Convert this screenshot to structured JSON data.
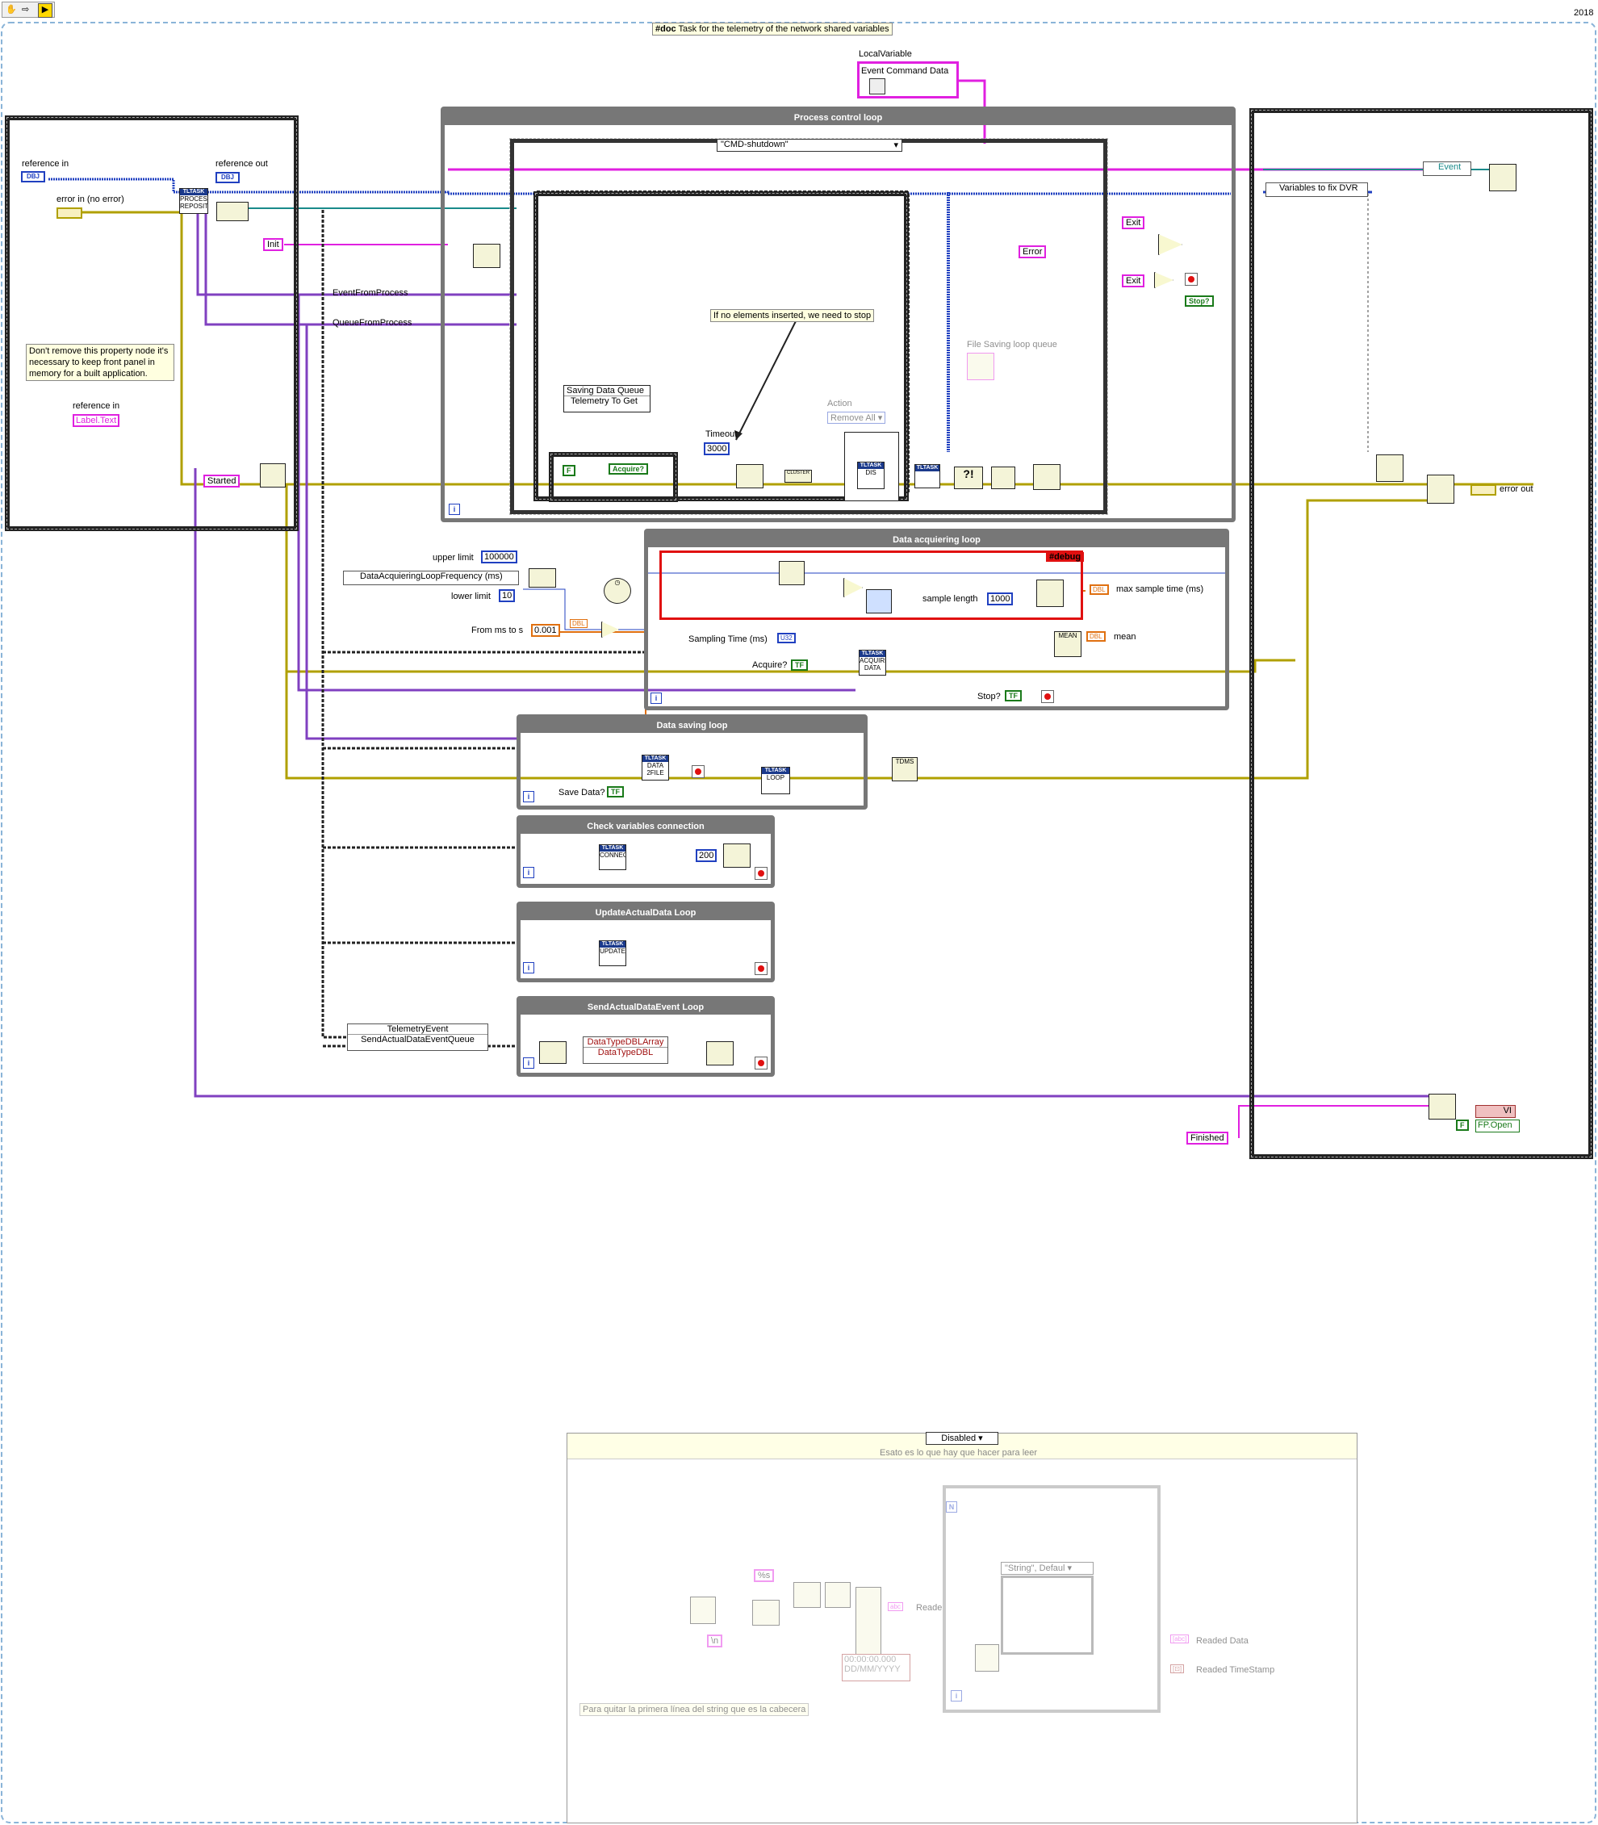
{
  "toolbar": {
    "year": "2018"
  },
  "doc_comment": {
    "tag": "#doc",
    "text": "Task for the telemetry of the network shared variables"
  },
  "local_variable": {
    "caption": "LocalVariable",
    "name": "Event Command Data"
  },
  "left_frame": {
    "reference_in": "reference in",
    "reference_out": "reference out",
    "error_in": "error in (no error)",
    "init": "Init",
    "started": "Started",
    "comment": "Don't remove this property node it's necessary to keep front panel in memory for a built application.",
    "reference_in_2": "reference in",
    "label_text": "Label.Text"
  },
  "wire_labels": {
    "event_from_process": "EventFromProcess",
    "queue_from_process": "QueueFromProcess"
  },
  "process_loop": {
    "title": "Process control loop",
    "case_selector": "\"CMD-shutdown\"",
    "note": "If no elements inserted, we need to stop",
    "saving_data_queue": "Saving Data Queue",
    "telemetry_to_get": "Telemetry To Get",
    "timeout_label": "Timeout",
    "timeout_value": "3000",
    "action_label": "Action",
    "action_value": "Remove All",
    "file_saving_queue": "File Saving loop queue",
    "acquire": "Acquire?",
    "false_const": "F",
    "error": "Error",
    "exit1": "Exit",
    "exit2": "Exit",
    "stop": "Stop?",
    "iteration": "i"
  },
  "acq_loop": {
    "title": "Data acquiering loop",
    "debug": "#debug",
    "upper_limit": "upper limit",
    "upper_value": "100000",
    "lower_limit": "lower limit",
    "lower_value": "10",
    "frequency": "DataAcquieringLoopFrequency (ms)",
    "from_ms": "From ms to s",
    "from_ms_value": "0.001",
    "dbl": "DBL",
    "sampling_time": "Sampling Time (ms)",
    "u32": "U32",
    "acquire": "Acquire?",
    "sample_length": "sample length",
    "sample_value": "1000",
    "max_sample": "max sample time (ms)",
    "mean": "mean",
    "stop": "Stop?",
    "tf": "TF"
  },
  "saving_loop": {
    "title": "Data saving loop",
    "save_data": "Save Data?",
    "tdms": "TDMS"
  },
  "check_loop": {
    "title": "Check variables connection",
    "value": "200"
  },
  "update_loop": {
    "title": "UpdateActualData Loop"
  },
  "send_loop": {
    "title": "SendActualDataEvent Loop",
    "telemetry_event": "TelemetryEvent",
    "send_queue": "SendActualDataEventQueue",
    "dbl_array": "DataTypeDBLArray",
    "dbl": "DataTypeDBL"
  },
  "right_frame": {
    "event": "Event",
    "variables_dvr": "Variables to fix DVR",
    "error_out": "error out",
    "finished": "Finished",
    "vi": "VI",
    "fp_open": "FP.Open"
  },
  "disabled_struct": {
    "selector": "Disabled",
    "title": "Esato es lo que hay que hacer para leer",
    "string_case": "\"String\", Defaul",
    "reader": "Reader",
    "newline": "\\n",
    "date_value": "00:00:00.000",
    "date_format": "DD/MM/YYYY",
    "readed_data": "Readed Data",
    "readed_timestamp": "Readed TimeStamp",
    "comment": "Para quitar la primera línea del string que es la cabecera"
  },
  "colors": {
    "ref_wire": "#2040c0",
    "error_wire": "#c0b000",
    "string_wire": "#e020e0",
    "event_wire": "#8040c0",
    "loop_border": "#777777",
    "debug_red": "#e01010"
  }
}
